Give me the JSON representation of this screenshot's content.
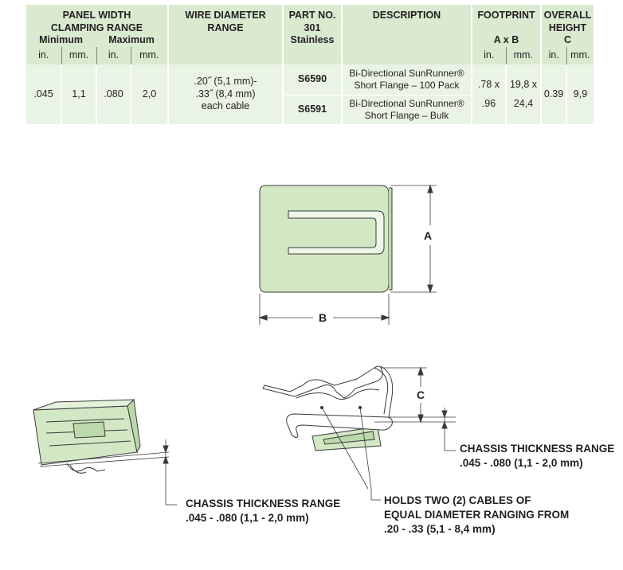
{
  "table": {
    "headers": {
      "panel_width": "PANEL WIDTH",
      "clamping_range": "CLAMPING RANGE",
      "minimum": "Minimum",
      "maximum": "Maximum",
      "wire_diameter": "WIRE DIAMETER",
      "range": "RANGE",
      "part_no": "PART NO.",
      "part_no_2": "301",
      "part_no_3": "Stainless",
      "description": "DESCRIPTION",
      "footprint": "FOOTPRINT",
      "footprint_axb": "A x B",
      "overall": "OVERALL",
      "height": "HEIGHT",
      "height_c": "C"
    },
    "units": {
      "min_in": "in.",
      "min_mm": "mm.",
      "max_in": "in.",
      "max_mm": "mm.",
      "fp_in": "in.",
      "fp_mm": "mm.",
      "h_in": "in.",
      "h_mm": "mm."
    },
    "row": {
      "min_in": ".045",
      "min_mm": "1,1",
      "max_in": ".080",
      "max_mm": "2,0",
      "wire_line1": ".20˝ (5,1 mm)-",
      "wire_line2": ".33˝ (8,4 mm)",
      "wire_line3": "each cable",
      "fp_in_line1": ".78 x",
      "fp_in_line2": ".96",
      "fp_mm_line1": "19,8 x",
      "fp_mm_line2": "24,4",
      "h_in": "0.39",
      "h_mm": "9,9",
      "parts": [
        {
          "part_no": "S6590",
          "desc_line1": "Bi-Directional SunRunner®",
          "desc_line2": "Short Flange – 100 Pack"
        },
        {
          "part_no": "S6591",
          "desc_line1": "Bi-Directional SunRunner®",
          "desc_line2": "Short Flange – Bulk"
        }
      ]
    }
  },
  "drawing": {
    "dim_a": "A",
    "dim_b": "B",
    "dim_c": "C",
    "colors": {
      "part_fill": "#d2e8c4",
      "part_fill_dark": "#bcd9ab",
      "line": "#3a3a3a",
      "header_bg": "#d9ead0",
      "row_bg": "#e9f4e4"
    }
  },
  "callouts": {
    "chassis_right_line1": "CHASSIS THICKNESS RANGE",
    "chassis_right_line2": ".045 - .080 (1,1 - 2,0 mm)",
    "chassis_left_line1": "CHASSIS THICKNESS RANGE",
    "chassis_left_line2": ".045 - .080 (1,1 - 2,0 mm)",
    "holds_line1": "HOLDS TWO (2) CABLES OF",
    "holds_line2": "EQUAL DIAMETER RANGING FROM",
    "holds_line3": ".20 - .33 (5,1 - 8,4 mm)"
  }
}
